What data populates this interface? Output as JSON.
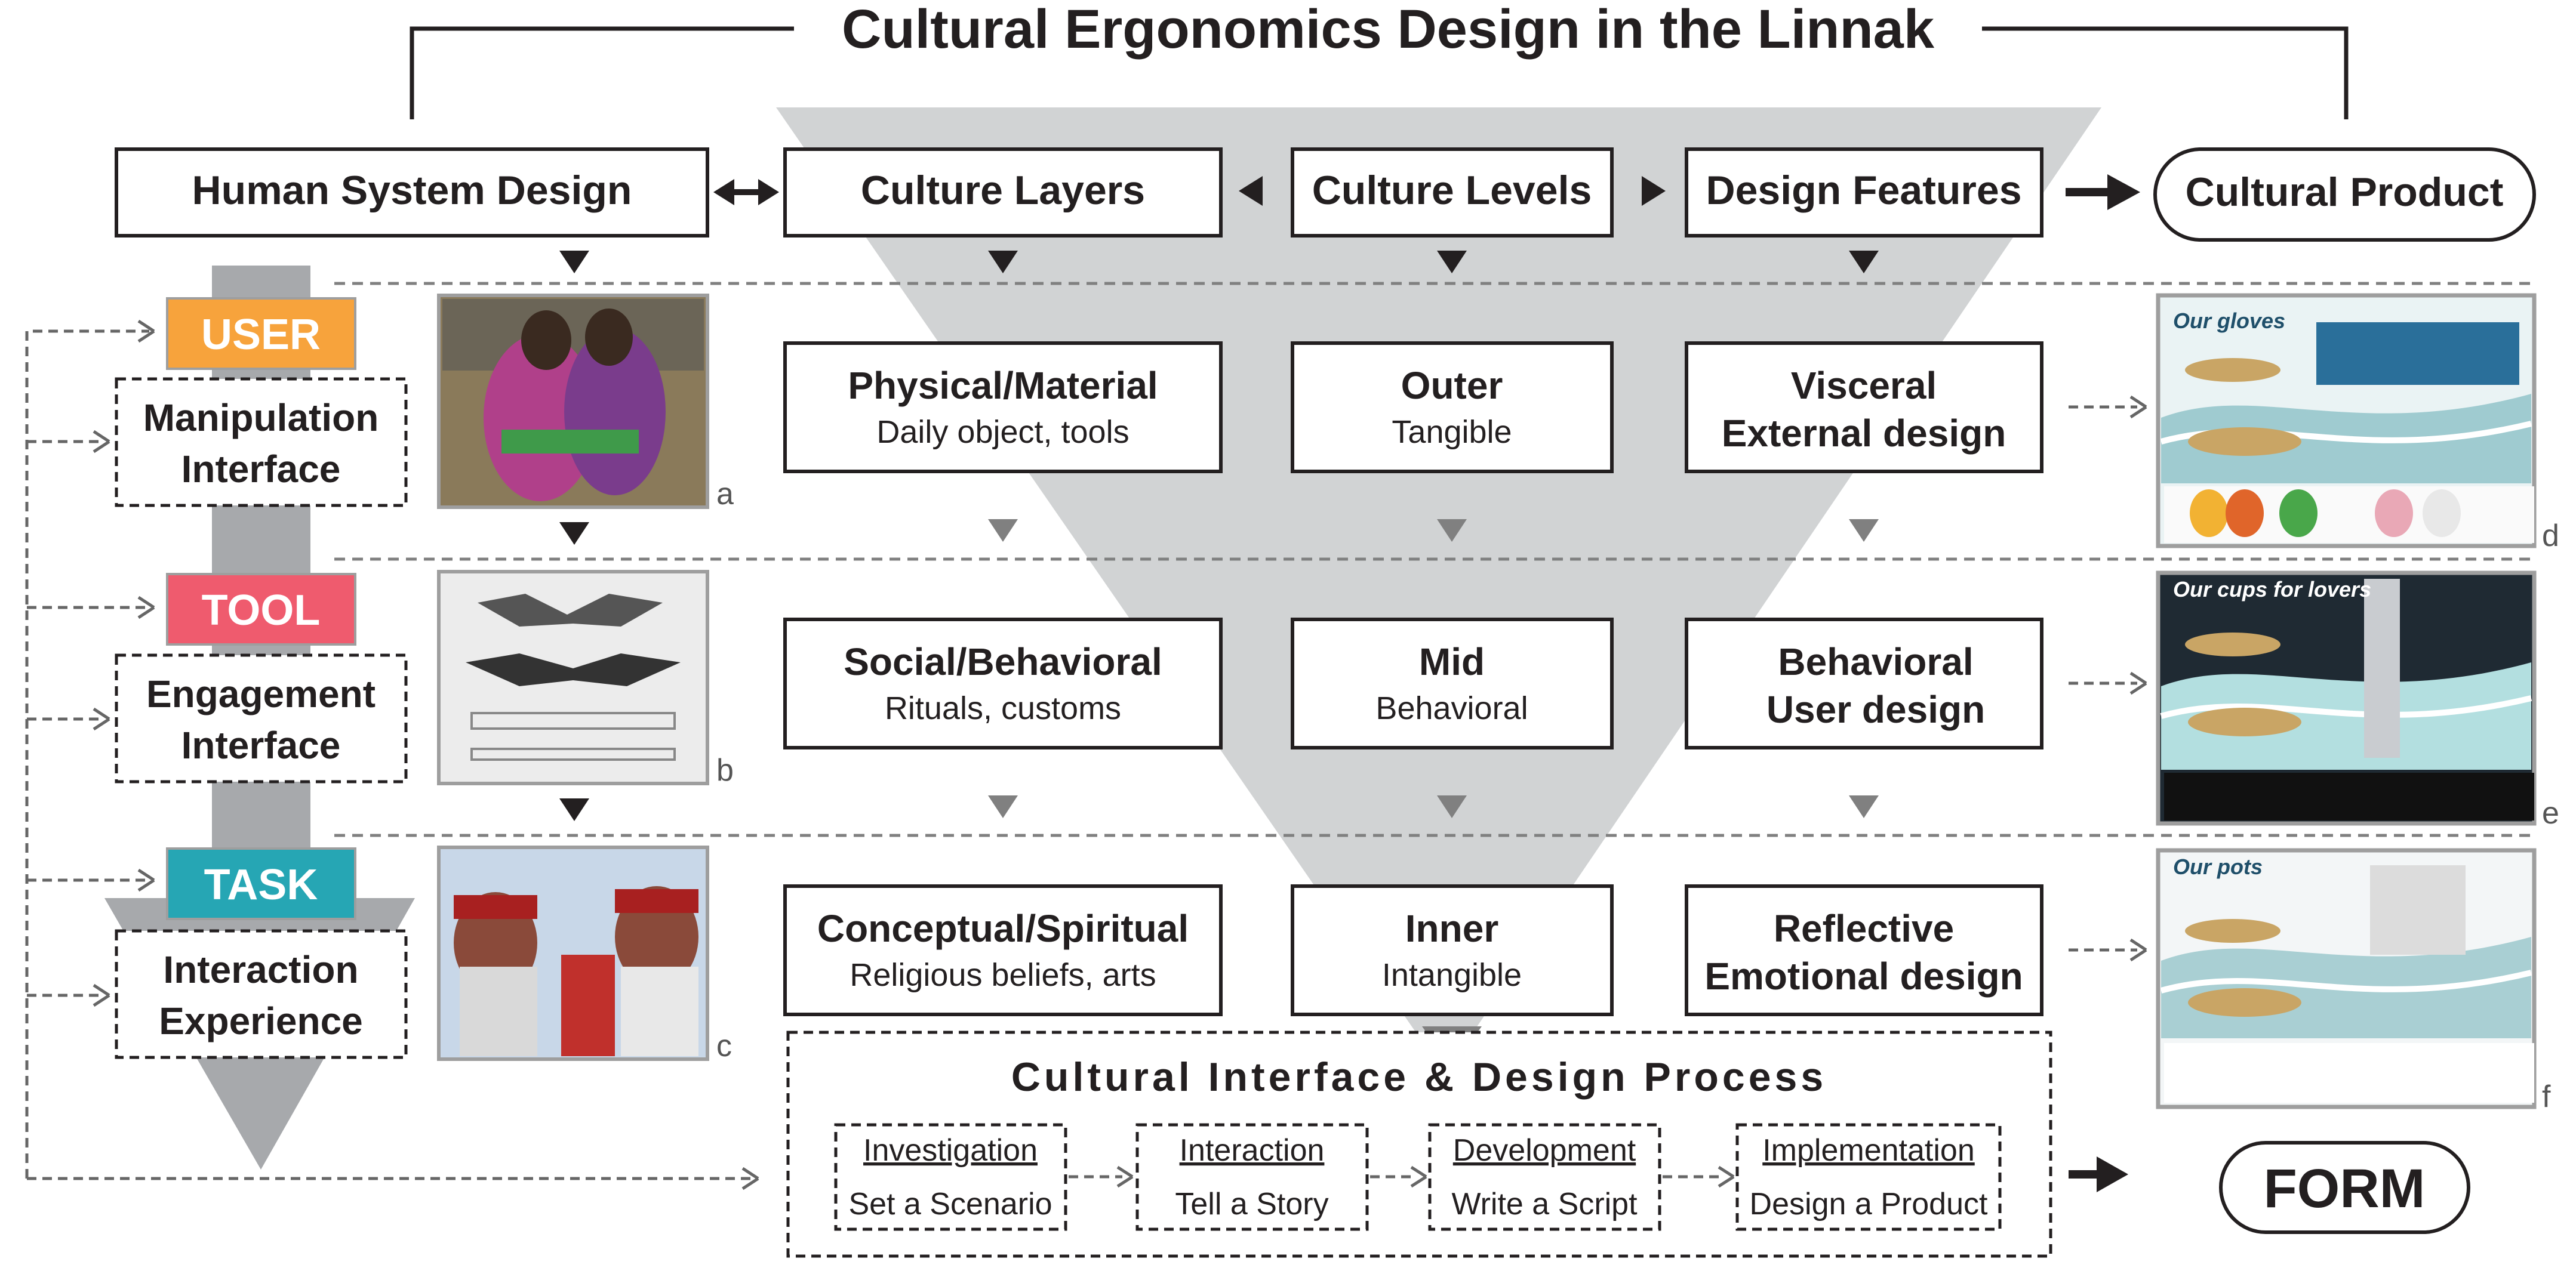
{
  "title": "Cultural Ergonomics Design in the Linnak",
  "headers": {
    "human_system": "Human System Design",
    "culture_layers": "Culture Layers",
    "culture_levels": "Culture Levels",
    "design_features": "Design Features",
    "cultural_product": "Cultural Product"
  },
  "badges": {
    "user": "USER",
    "tool": "TOOL",
    "task": "TASK",
    "user_color": "#F7A33C",
    "tool_color": "#EF5B6E",
    "task_color": "#26A6B4"
  },
  "interfaces": [
    {
      "line1": "Manipulation",
      "line2": "Interface"
    },
    {
      "line1": "Engagement",
      "line2": "Interface"
    },
    {
      "line1": "Interaction",
      "line2": "Experience"
    }
  ],
  "photo_letters": [
    "a",
    "b",
    "c"
  ],
  "product_letters": [
    "d",
    "e",
    "f"
  ],
  "layers": [
    {
      "title": "Physical/Material",
      "sub": "Daily object, tools"
    },
    {
      "title": "Social/Behavioral",
      "sub": "Rituals, customs"
    },
    {
      "title": "Conceptual/Spiritual",
      "sub": "Religious beliefs, arts"
    }
  ],
  "levels": [
    {
      "title": "Outer",
      "sub": "Tangible"
    },
    {
      "title": "Mid",
      "sub": "Behavioral"
    },
    {
      "title": "Inner",
      "sub": "Intangible"
    }
  ],
  "features": [
    {
      "line1": "Visceral",
      "line2": "External design"
    },
    {
      "line1": "Behavioral",
      "line2": "User design"
    },
    {
      "line1": "Reflective",
      "line2": "Emotional design"
    }
  ],
  "products": [
    {
      "caption": "Our gloves"
    },
    {
      "caption": "Our cups for lovers"
    },
    {
      "caption": "Our pots"
    }
  ],
  "process": {
    "title": "Cultural  Interface  &  Design  Process",
    "steps": [
      {
        "name": "Investigation",
        "action": "Set a Scenario"
      },
      {
        "name": "Interaction",
        "action": "Tell a Story"
      },
      {
        "name": "Development",
        "action": "Write a Script"
      },
      {
        "name": "Implementation",
        "action": "Design a Product"
      }
    ]
  },
  "form": "FORM"
}
